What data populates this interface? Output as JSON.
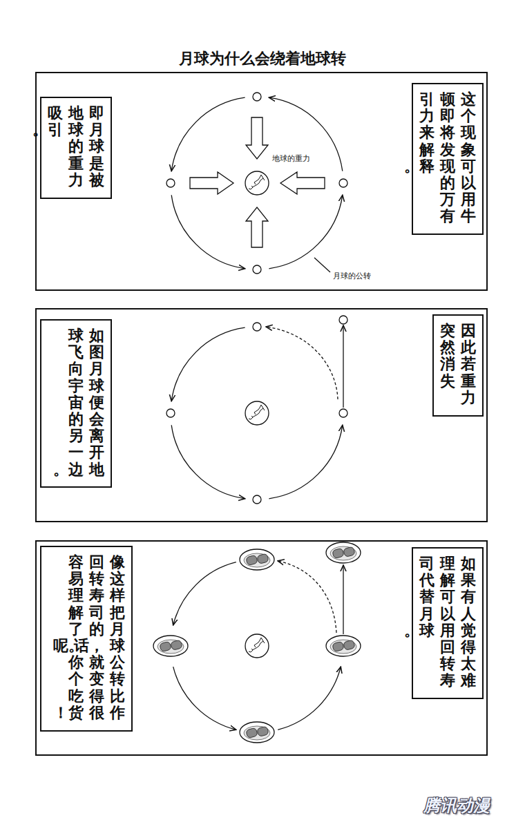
{
  "diagram": {
    "title": "月球为什么会绕着地球转",
    "nodes": [
      {
        "text": [
          "即月球是被地球的重力吸引。"
        ]
      },
      {
        "text": [
          "这个现象可以用牛顿即将发现的万有引力来解释。"
        ]
      },
      {
        "text": [
          "因此若重力突然消失"
        ]
      },
      {
        "text": [
          "如图月球便会离开地球飞向宇宙的另一边。"
        ]
      },
      {
        "text": [
          "如果有人觉得太难理解可以用回转寿司代替月球。"
        ]
      },
      {
        "text": [
          "像这样把月球公转比作回转寿司的话，就变得很容易理解了呢。你个吃货！"
        ]
      }
    ],
    "labels": [
      "地球的重力",
      "月球的公转",
      "腾讯动漫"
    ]
  }
}
